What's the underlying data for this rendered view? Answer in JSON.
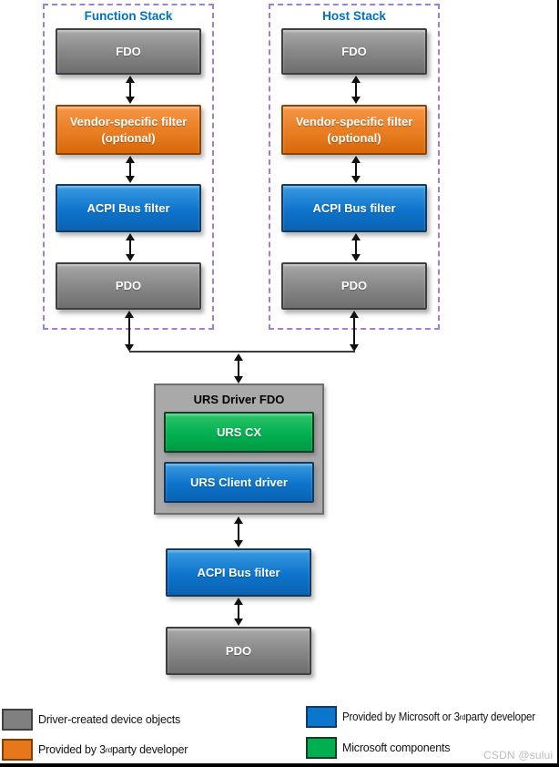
{
  "stacks": {
    "function": {
      "title": "Function Stack",
      "fdo": "FDO",
      "vendor_line1": "Vendor-specific filter",
      "vendor_line2": "(optional)",
      "acpi": "ACPI Bus filter",
      "pdo": "PDO"
    },
    "host": {
      "title": "Host Stack",
      "fdo": "FDO",
      "vendor_line1": "Vendor-specific filter",
      "vendor_line2": "(optional)",
      "acpi": "ACPI Bus filter",
      "pdo": "PDO"
    }
  },
  "urs": {
    "title": "URS Driver FDO",
    "cx": "URS CX",
    "client": "URS Client driver"
  },
  "bottom": {
    "acpi": "ACPI Bus filter",
    "pdo": "PDO"
  },
  "legend": {
    "driver_created": {
      "label": "Driver-created device objects"
    },
    "third_party": {
      "before": "Provided by 3",
      "sup": "rd",
      "after": " party developer"
    },
    "microsoft_or_third": {
      "before": "Provided by Microsoft or 3",
      "sup": "rd",
      "after": " party developer"
    },
    "microsoft": {
      "label": "Microsoft components"
    }
  },
  "watermark": "CSDN @sului",
  "colors": {
    "device_object_gray": "#808080",
    "third_party_orange": "#E87D22",
    "microsoft_or_third_blue": "#0B76CE",
    "microsoft_green": "#00B050",
    "stack_dashed_border": "#9D7FD4",
    "stack_title_blue": "#0070C0",
    "urs_container_gray": "#A9A9A9"
  }
}
